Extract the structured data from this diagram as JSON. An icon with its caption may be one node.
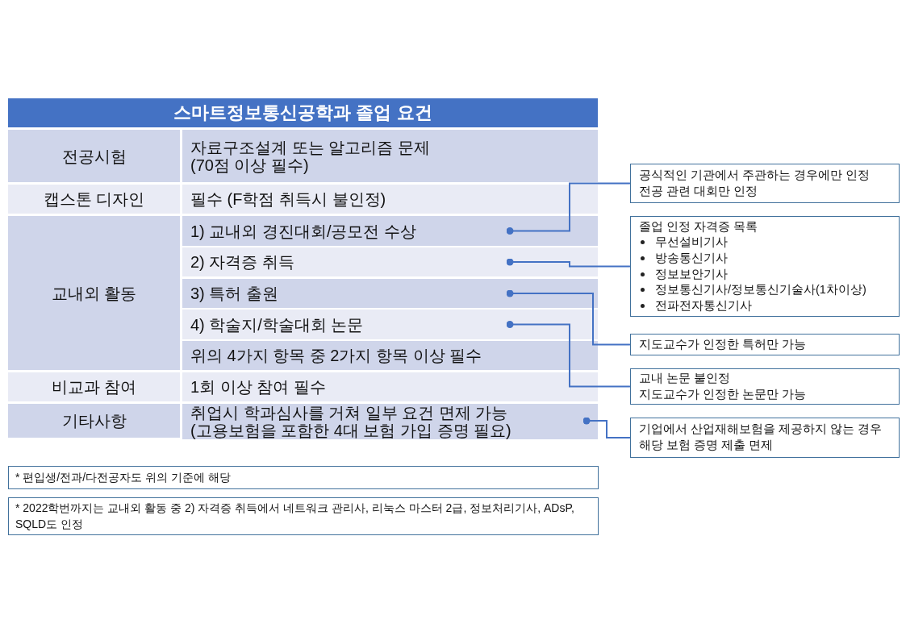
{
  "diagram": {
    "title": "스마트정보통신공학과 졸업 요건",
    "nodes": [
      {
        "text": [
          "전공시험"
        ]
      },
      {
        "text": [
          "자료구조설계 또는 알고리즘 문제 (70점 이상 필수)"
        ]
      },
      {
        "text": [
          "캡스톤 디자인"
        ]
      },
      {
        "text": [
          "필수 (F학점 취득시 불인정)"
        ]
      },
      {
        "text": [
          "교내외 활동"
        ]
      },
      {
        "text": [
          "1) 교내외 경진대회/공모전 수상"
        ]
      },
      {
        "text": [
          "2) 자격증 취득"
        ]
      },
      {
        "text": [
          "3) 특허 출원"
        ]
      },
      {
        "text": [
          "4) 학술지/학술대회 논문"
        ]
      },
      {
        "text": [
          "위의 4가지 항목 중 2가지 항목 이상 필수"
        ]
      },
      {
        "text": [
          "비교과 참여"
        ]
      },
      {
        "text": [
          "1회 이상 참여 필수"
        ]
      },
      {
        "text": [
          "기타사항"
        ]
      },
      {
        "text": [
          "취업시 학과심사를 거쳐 일부 요건 면제 가능 (고용보험을 포함한 4대 보험 가입 증명 필요)"
        ]
      },
      {
        "text": [
          "* 편입생/전과/다전공자도 위의 기준에 해당"
        ]
      },
      {
        "text": [
          "* 2022학번까지는 교내외 활동 중 2) 자격증 취득에서 네트워크 관리사, 리눅스 마스터 2급, 정보처리기사, ADsP, SQLD도 인정"
        ]
      },
      {
        "text": [
          "공식적인 기관에서 주관하는 경우에만 인정",
          "전공 관련 대회만 인정"
        ]
      },
      {
        "text": [
          "졸업 인정 자격증 목록",
          "무선설비기사",
          "방송통신기사",
          "정보보안기사",
          "정보통신기사/정보통신기술사(1차이상)",
          "전파전자통신기사"
        ]
      },
      {
        "text": [
          "지도교수가 인정한 특허만 가능"
        ]
      },
      {
        "text": [
          "교내 논문 불인정",
          "지도교수가 인정한 논문만 가능"
        ]
      },
      {
        "text": [
          "기업에서 산업재해보험을 제공하지 않는 경우 해당 보험 증명 제출 면제"
        ]
      }
    ],
    "edges": [
      {
        "from": 5,
        "to": 16,
        "arrow": "other"
      },
      {
        "from": 6,
        "to": 17,
        "arrow": "other"
      },
      {
        "from": 7,
        "to": 18,
        "arrow": "other"
      },
      {
        "from": 8,
        "to": 19,
        "arrow": "other"
      },
      {
        "from": 13,
        "to": 20,
        "arrow": "other"
      }
    ]
  }
}
